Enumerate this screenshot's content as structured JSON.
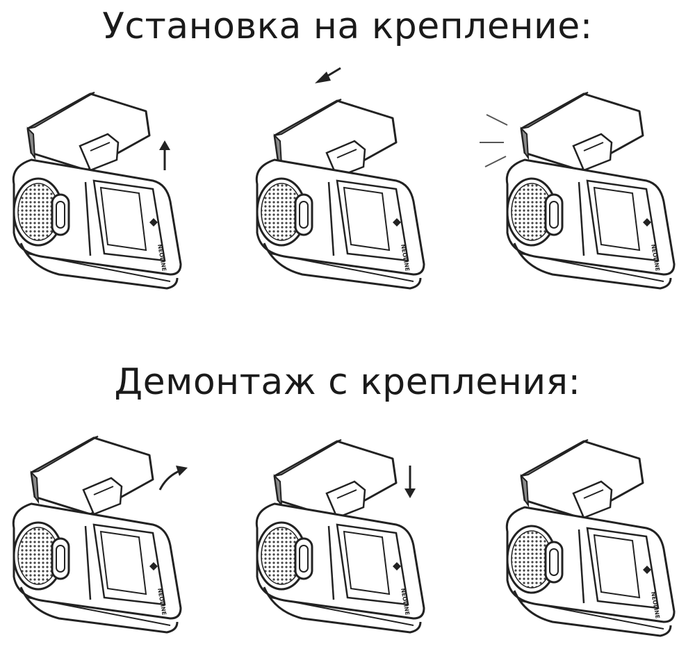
{
  "sections": [
    {
      "heading": "Установка на крепление:",
      "steps": [
        {
          "arrow": "up-arrow-icon",
          "mount": "detached"
        },
        {
          "arrow": "slide-left-arrow-icon",
          "mount": "sliding"
        },
        {
          "arrow": "click-lines-icon",
          "mount": "attached"
        }
      ]
    },
    {
      "heading": "Демонтаж с крепления:",
      "steps": [
        {
          "arrow": "curve-up-right-arrow-icon",
          "mount": "tilting"
        },
        {
          "arrow": "down-arrow-icon",
          "mount": "sliding"
        },
        {
          "arrow": "",
          "mount": "attached"
        }
      ]
    }
  ],
  "device": {
    "brand": "NEOLINE",
    "line_color": "#222222",
    "shade_color": "#8a8a8a"
  }
}
